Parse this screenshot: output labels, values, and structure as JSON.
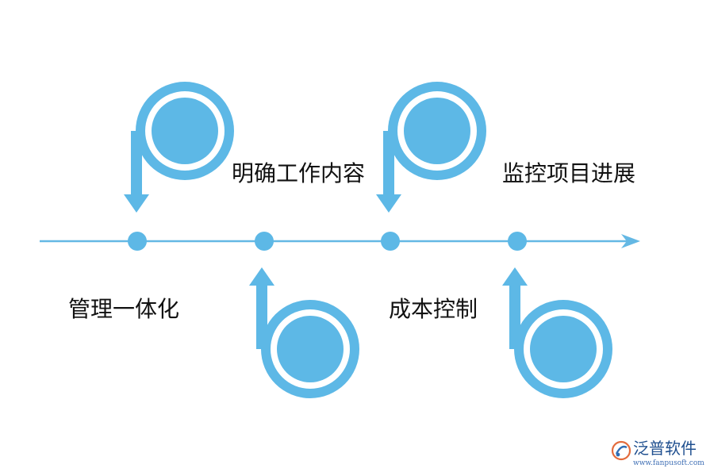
{
  "colors": {
    "accent": "#5db8e6",
    "line": "#64b8e4",
    "text": "#111111",
    "brand": "#1f4f8f"
  },
  "steps": [
    {
      "label": "管理一体化",
      "icon": "b-shaped-arrow-icon",
      "orientation": "top"
    },
    {
      "label": "明确工作内容",
      "icon": "p-shaped-arrow-icon",
      "orientation": "bottom"
    },
    {
      "label": "成本控制",
      "icon": "b-shaped-arrow-icon",
      "orientation": "top"
    },
    {
      "label": "监控项目进展",
      "icon": "p-shaped-arrow-icon",
      "orientation": "bottom"
    }
  ],
  "watermark": {
    "name": "泛普软件",
    "url": "www.fanpusoft.com"
  }
}
